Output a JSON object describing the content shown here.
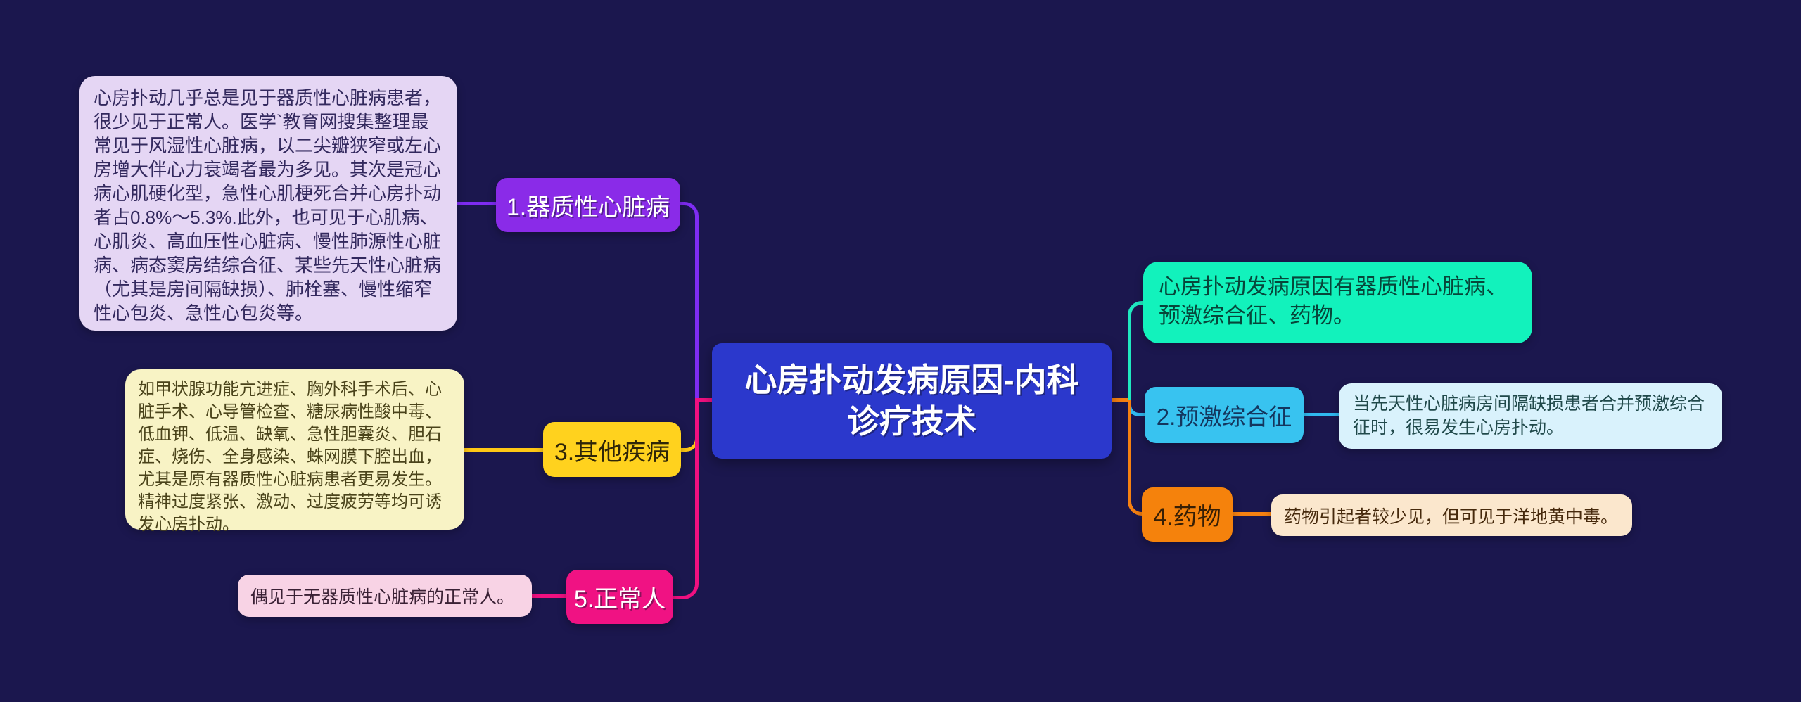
{
  "background": "#1B174E",
  "title": "心房扑动发病原因-内科诊疗技术",
  "root": {
    "label": "心房扑动发病原因-内科诊疗技术",
    "fill": "#2B38CC",
    "text_color": "#FFFFFF"
  },
  "summary_note": {
    "text": "心房扑动发病原因有器质性心脏病、预激综合征、药物。",
    "fill": "#12F2BC",
    "text_color": "#07463A",
    "line_color": "#1FE8C0"
  },
  "branches": [
    {
      "label": "1.器质性心脏病",
      "node_fill": "#8A2BE8",
      "node_text_color": "#FFFFFF",
      "line_color": "#7E2CF2",
      "note": "心房扑动几乎总是见于器质性心脏病患者，很少见于正常人。医学`教育网搜集整理最常见于风湿性心脏病，以二尖瓣狭窄或左心房增大伴心力衰竭者最为多见。其次是冠心病心肌硬化型，急性心肌梗死合并心房扑动者占0.8%～5.3%.此外，也可见于心肌病、心肌炎、高血压性心脏病、慢性肺源性心脏病、病态窦房结综合征、某些先天性心脏病（尤其是房间隔缺损）、肺栓塞、慢性缩窄性心包炎、急性心包炎等。",
      "note_fill": "#E5D6F4",
      "note_text_color": "#33295E"
    },
    {
      "label": "2.预激综合征",
      "node_fill": "#38C3F0",
      "node_text_color": "#14365E",
      "line_color": "#30B9EF",
      "note": "当先天性心脏病房间隔缺损患者合并预激综合征时，很易发生心房扑动。",
      "note_fill": "#D9F2FC",
      "note_text_color": "#20494A"
    },
    {
      "label": "3.其他疾病",
      "node_fill": "#FFD21E",
      "node_text_color": "#2F2608",
      "line_color": "#FFC815",
      "note": "如甲状腺功能亢进症、胸外科手术后、心脏手术、心导管检查、糖尿病性酸中毒、低血钾、低温、缺氧、急性胆囊炎、胆石症、烧伤、全身感染、蛛网膜下腔出血，尤其是原有器质性心脏病患者更易发生。精神过度紧张、激动、过度疲劳等均可诱发心房扑动。",
      "note_fill": "#F8F3C5",
      "note_text_color": "#4A431A"
    },
    {
      "label": "4.药物",
      "node_fill": "#F5820C",
      "node_text_color": "#371F05",
      "line_color": "#F68111",
      "note": "药物引起者较少见，但可见于洋地黄中毒。",
      "note_fill": "#FBE7CD",
      "note_text_color": "#46290C"
    },
    {
      "label": "5.正常人",
      "node_fill": "#F01283",
      "node_text_color": "#FFFFFF",
      "line_color": "#F01080",
      "note": "偶见于无器质性心脏病的正常人。",
      "note_fill": "#F8D3E5",
      "note_text_color": "#3A2135"
    }
  ]
}
